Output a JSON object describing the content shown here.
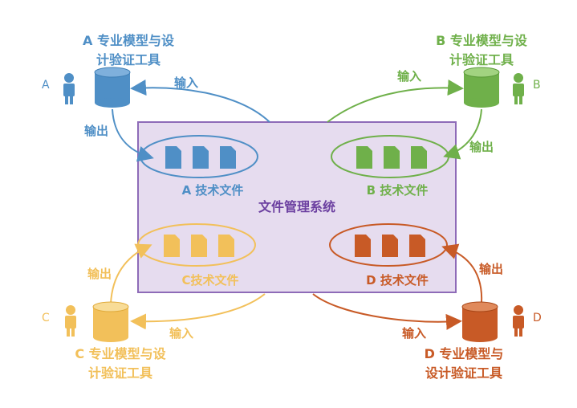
{
  "center_label": "文件管理系统",
  "colors": {
    "A": "#4f8fc6",
    "B": "#6fb04a",
    "C": "#f2c05a",
    "D": "#c85a26",
    "center": "#6b3fa0",
    "box_fill": "#e6dcef",
    "box_stroke": "#8e6bb8"
  },
  "groups": {
    "A": {
      "letter": "A",
      "tool_line1": "A 专业模型与设",
      "tool_line2": "计验证工具",
      "files_label": "A 技术文件",
      "input_label": "输入",
      "output_label": "输出"
    },
    "B": {
      "letter": "B",
      "tool_line1": "B 专业模型与设",
      "tool_line2": "计验证工具",
      "files_label": "B 技术文件",
      "input_label": "输入",
      "output_label": "输出"
    },
    "C": {
      "letter": "C",
      "tool_line1": "C 专业模型与设",
      "tool_line2": "计验证工具",
      "files_label": "C技术文件",
      "input_label": "输入",
      "output_label": "输出"
    },
    "D": {
      "letter": "D",
      "tool_line1": "D 专业模型与",
      "tool_line2": "设计验证工具",
      "files_label": "D 技术文件",
      "input_label": "输入",
      "output_label": "输出"
    }
  }
}
